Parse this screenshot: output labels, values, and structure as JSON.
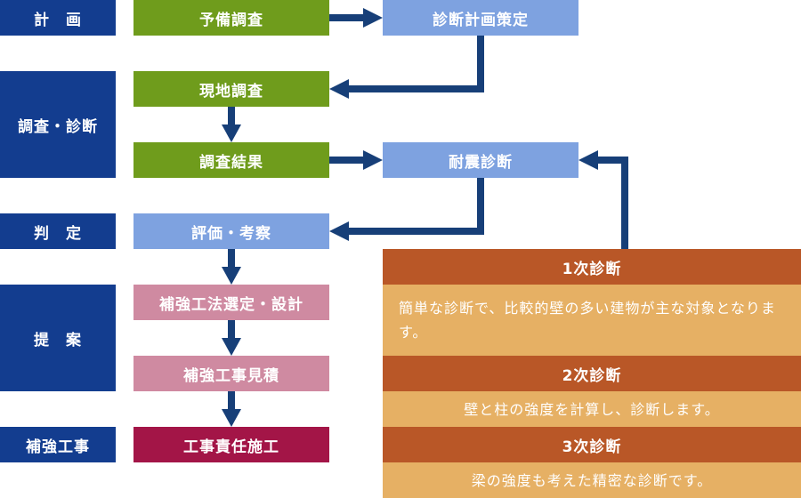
{
  "stages": {
    "plan": "計　画",
    "survey": "調査・診断",
    "judgment": "判　定",
    "proposal": "提　案",
    "work": "補強工事"
  },
  "flow": {
    "preliminary_survey": "予備調査",
    "diagnosis_planning": "診断計画策定",
    "site_survey": "現地調査",
    "survey_results": "調査結果",
    "seismic_diagnosis": "耐震診断",
    "evaluation": "評価・考察",
    "method_design": "補強工法選定・設計",
    "estimate": "補強工事見積",
    "construction": "工事責任施工"
  },
  "diagnosis_levels": [
    {
      "title": "1次診断",
      "description": "簡単な診断で、比較的壁の多い建物が主な対象となります。"
    },
    {
      "title": "2次診断",
      "description": "壁と柱の強度を計算し、診断します。"
    },
    {
      "title": "3次診断",
      "description": "梁の強度も考えた精密な診断です。"
    }
  ],
  "colors": {
    "stage": "#133d8f",
    "process_green": "#6f9c1c",
    "process_light_blue": "#7ea2e0",
    "proposal_pink": "#cf8aa1",
    "construction_crimson": "#a31547",
    "level_header": "#b95727",
    "level_body": "#e6b064",
    "arrow": "#173f78"
  }
}
